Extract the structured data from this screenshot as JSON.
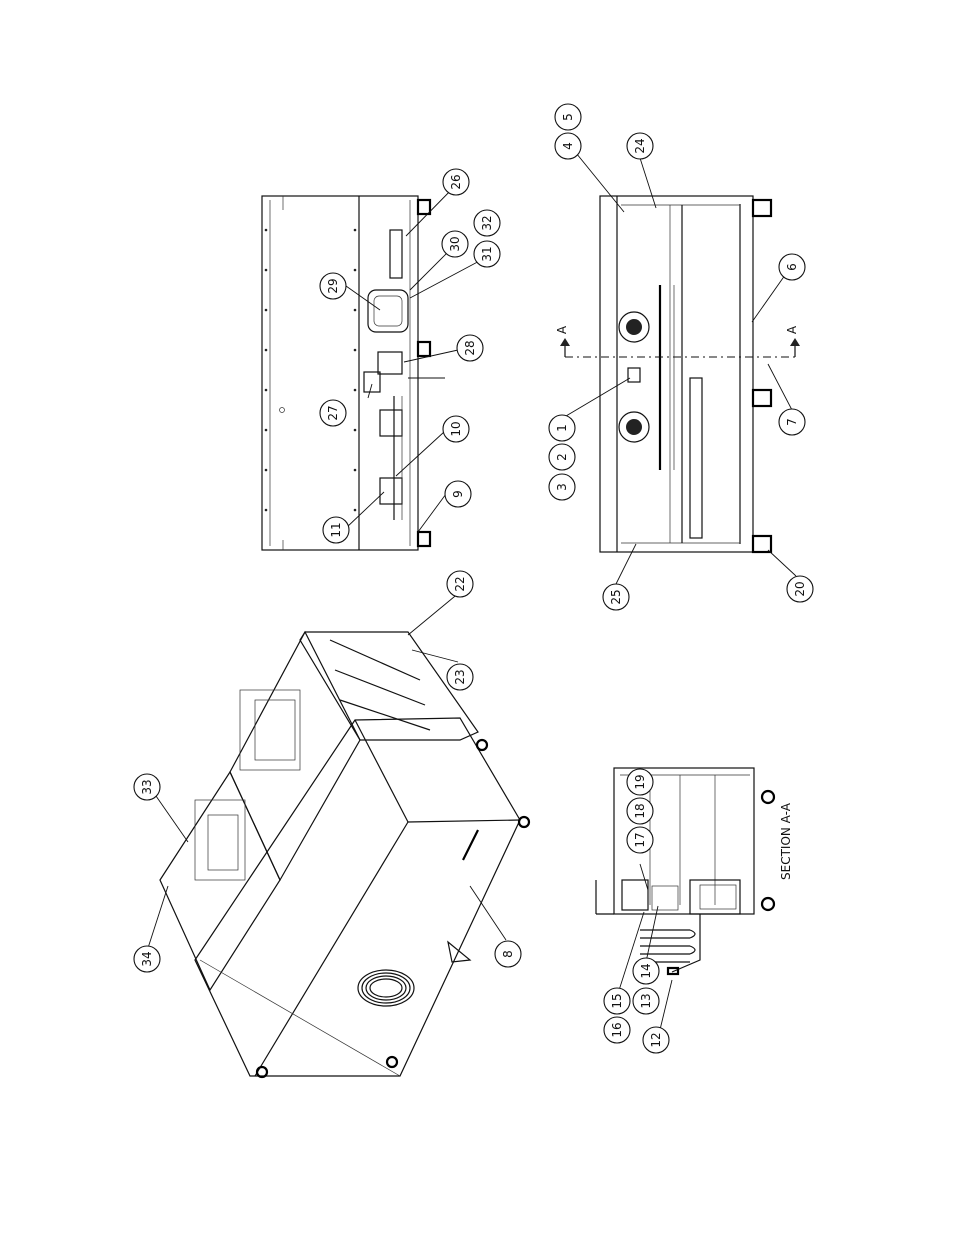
{
  "views": {
    "isometric": {
      "callouts": [
        "33",
        "34",
        "8",
        "22",
        "23"
      ]
    },
    "top_view": {
      "callouts": [
        "26",
        "29",
        "30",
        "31",
        "32",
        "27",
        "28",
        "10",
        "11",
        "9"
      ]
    },
    "front_view": {
      "callouts": [
        "4",
        "5",
        "24",
        "6",
        "7",
        "1",
        "2",
        "3",
        "25",
        "20"
      ],
      "section_marks": [
        "A",
        "A"
      ]
    },
    "section_view": {
      "label": "SECTION A-A",
      "callouts": [
        "16",
        "15",
        "14",
        "13",
        "12",
        "17",
        "18",
        "19"
      ]
    }
  }
}
